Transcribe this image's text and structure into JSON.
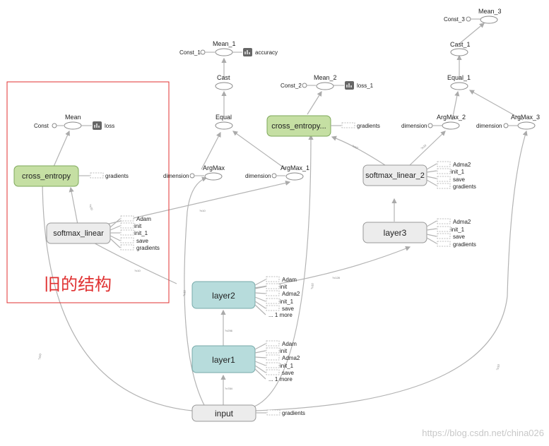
{
  "ops": {
    "mean": "Mean",
    "const": "Const",
    "loss": "loss",
    "mean1": "Mean_1",
    "const1": "Const_1",
    "accuracy": "accuracy",
    "cast": "Cast",
    "equal": "Equal",
    "argmax": "ArgMax",
    "argmax1": "ArgMax_1",
    "mean2": "Mean_2",
    "const2": "Const_2",
    "loss1": "loss_1",
    "mean3": "Mean_3",
    "const3": "Const_3",
    "cast1": "Cast_1",
    "equal1": "Equal_1",
    "argmax2": "ArgMax_2",
    "argmax3": "ArgMax_3",
    "dimension": "dimension",
    "gradients": "gradients"
  },
  "nodes": {
    "cross_entropy": "cross_entropy",
    "cross_entropy_1": "cross_entropy...",
    "softmax_linear": "softmax_linear",
    "softmax_linear_2": "softmax_linear_2",
    "layer3": "layer3",
    "layer2": "layer2",
    "layer1": "layer1",
    "input": "input"
  },
  "aux": {
    "adam": "Adam",
    "adma2": "Adma2",
    "init": "init",
    "init1": "init_1",
    "save": "save",
    "gradients": "gradients",
    "more": "... 1 more"
  },
  "annotation": "旧的结构",
  "watermark": "https://blog.csdn.net/china026",
  "colors": {
    "green": "#c5dfa3",
    "teal": "#b7dcdc",
    "grey": "#ececec",
    "highlight": "#e03131"
  }
}
